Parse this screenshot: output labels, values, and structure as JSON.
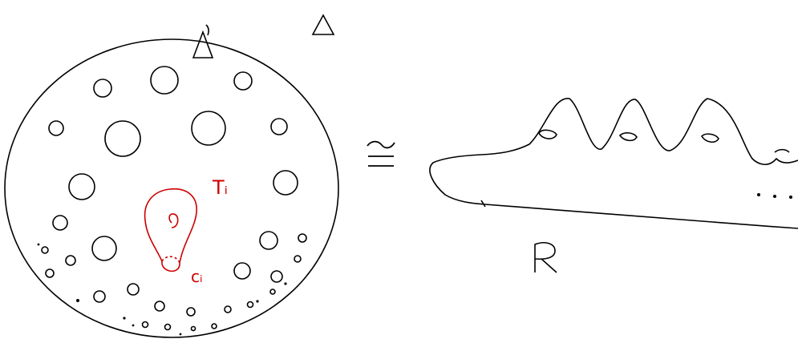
{
  "labels": {
    "delta": "Δ",
    "delta_prime": "Δ′",
    "congruent": "≅",
    "t_i": "Tᵢ",
    "c_i": "cᵢ",
    "r": "R",
    "dots": ". . ."
  },
  "colors": {
    "ink": "#000000",
    "highlight": "#cc0000",
    "background": "#ffffff"
  }
}
